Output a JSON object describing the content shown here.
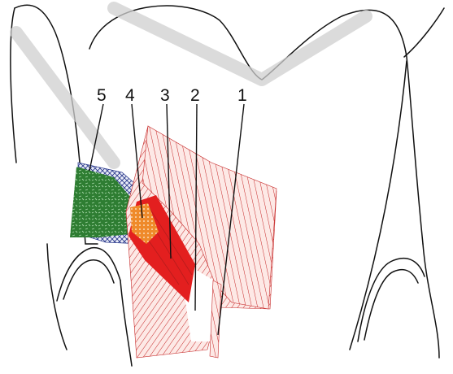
{
  "labels": [
    "1",
    "2",
    "3",
    "4",
    "5"
  ],
  "colors": {
    "background": "#ffffff",
    "outline": "#111111",
    "muscle_lines": "#c62828",
    "muscle_fill": "#f3c7c2",
    "dense_red": "#e31f1f",
    "orange_patch": "#e8902f",
    "green_patch": "#2e7d32",
    "blue_hatch": "#2b3a8c",
    "watermark_gray": "#cfcfcf"
  }
}
